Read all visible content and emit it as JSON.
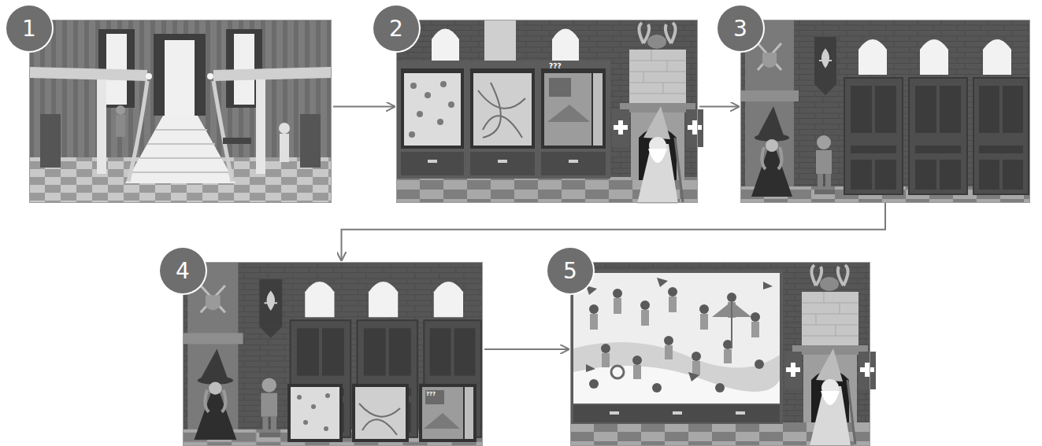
{
  "diagram": {
    "nodes": [
      {
        "text": [
          "1"
        ]
      },
      {
        "text": [
          "2"
        ]
      },
      {
        "text": [
          "3"
        ]
      },
      {
        "text": [
          "4"
        ]
      },
      {
        "text": [
          "5"
        ]
      }
    ],
    "edges": [
      {
        "from": 0,
        "to": 1,
        "arrow": "to"
      },
      {
        "from": 1,
        "to": 2,
        "arrow": "to"
      },
      {
        "from": 2,
        "to": 3,
        "arrow": "to"
      },
      {
        "from": 3,
        "to": 4,
        "arrow": "to"
      }
    ],
    "labels": [
      "???",
      "???"
    ]
  }
}
